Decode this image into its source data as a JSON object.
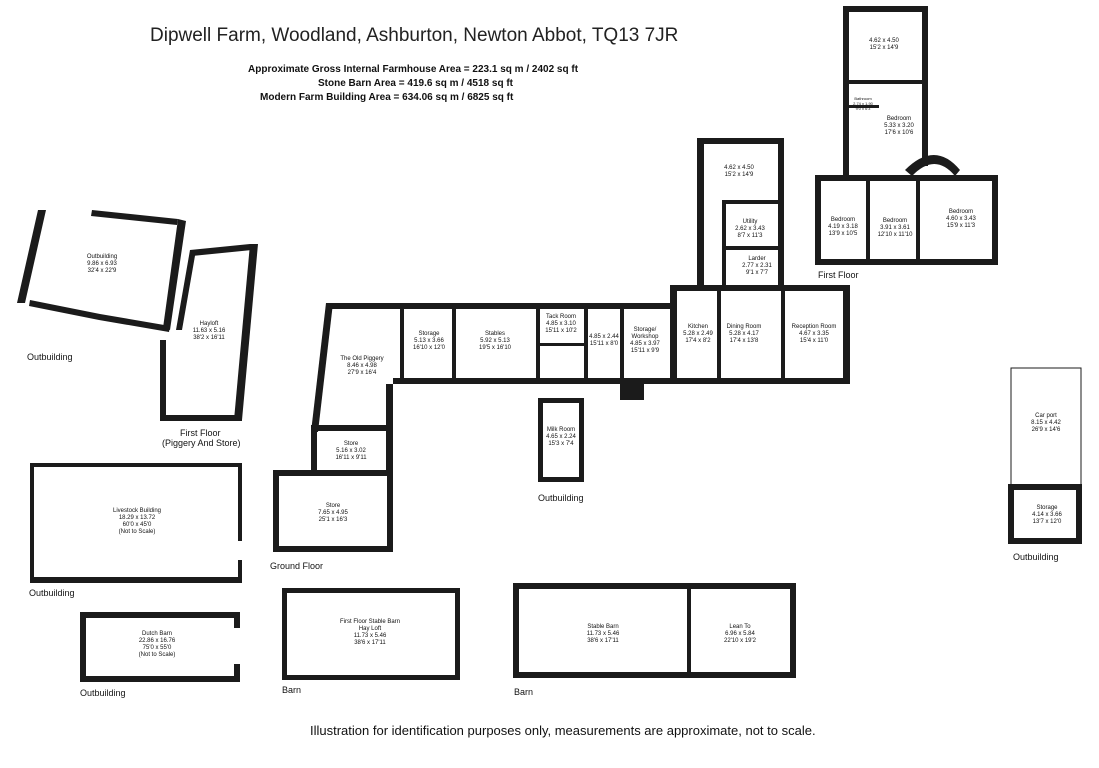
{
  "header": {
    "title": "Dipwell Farm, Woodland, Ashburton, Newton Abbot, TQ13 7JR",
    "areas": [
      "Approximate Gross Internal Farmhouse  Area  = 223.1 sq m / 2402 sq ft",
      "Stone Barn Area = 419.6 sq m / 4518 sq ft",
      "Modern Farm Building Area = 634.06 sq m / 6825 sq ft"
    ]
  },
  "captions": {
    "outbuilding_1": "Outbuilding",
    "first_floor_piggery": "First Floor",
    "first_floor_piggery_sub": "(Piggery And Store)",
    "ground_floor": "Ground Floor",
    "outbuilding_2": "Outbuilding",
    "outbuilding_3": "Outbuilding",
    "outbuilding_4": "Outbuilding",
    "outbuilding_5": "Outbuilding",
    "barn_1": "Barn",
    "barn_2": "Barn",
    "first_floor": "First Floor"
  },
  "rooms": {
    "outbuilding_top": [
      "Outbuilding",
      "9.86 x 6.93",
      "32'4 x 22'9"
    ],
    "hayloft": [
      "Hayloft",
      "11.63 x 5.16",
      "38'2 x 16'11"
    ],
    "old_piggery": [
      "The Old Piggery",
      "8.46 x 4.98",
      "27'9 x 16'4"
    ],
    "storage_1": [
      "Storage",
      "5.13 x 3.66",
      "16'10 x 12'0"
    ],
    "stables": [
      "Stables",
      "5.92 x 5.13",
      "19'5 x 16'10"
    ],
    "tack_room": [
      "Tack Room",
      "4.85 x 3.10",
      "15'11 x 10'2"
    ],
    "small_store": [
      "4.85 x 2.44",
      "15'11 x 8'0"
    ],
    "storage_workshop": [
      "Storage/",
      "Workshop",
      "4.85 x 3.97",
      "15'11 x 9'9"
    ],
    "kitchen": [
      "Kitchen",
      "5.28 x 2.49",
      "17'4 x 8'2"
    ],
    "dining_room": [
      "Dining Room",
      "5.28 x 4.17",
      "17'4 x 13'8"
    ],
    "reception_room": [
      "Reception Room",
      "4.67 x 3.35",
      "15'4 x 11'0"
    ],
    "ground_rear_room": [
      "4.62 x 4.50",
      "15'2 x 14'9"
    ],
    "utility": [
      "Utility",
      "2.62 x 3.43",
      "8'7 x 11'3"
    ],
    "larder": [
      "Larder",
      "2.77 x 2.31",
      "9'1 x 7'7"
    ],
    "store_upper": [
      "Store",
      "5.16 x 3.02",
      "16'11 x 9'11"
    ],
    "store_lower": [
      "Store",
      "7.65 x 4.95",
      "25'1 x 16'3"
    ],
    "milk_room": [
      "Milk Room",
      "4.65 x 2.24",
      "15'3 x 7'4"
    ],
    "livestock": [
      "Livestock Building",
      "18.29 x 13.72",
      "60'0 x 45'0",
      "(Not to Scale)"
    ],
    "dutch_barn": [
      "Dutch Barn",
      "22.86 x 16.76",
      "75'0 x 55'0",
      "(Not to Scale)"
    ],
    "stable_barn_hay_loft": [
      "First Floor Stable Barn",
      "Hay Loft",
      "11.73 x 5.46",
      "38'6 x 17'11"
    ],
    "stable_barn": [
      "Stable Barn",
      "11.73 x 5.46",
      "38'6 x 17'11"
    ],
    "lean_to": [
      "Lean To",
      "6.96 x 5.84",
      "22'10 x 19'2"
    ],
    "carport": [
      "Car port",
      "8.15 x 4.42",
      "26'9 x 14'6"
    ],
    "carport_storage": [
      "Storage",
      "4.14 x 3.66",
      "13'7 x 12'0"
    ],
    "ff_top_room": [
      "4.62 x 4.50",
      "15'2 x 14'9"
    ],
    "ff_bathroom": [
      "Bathroom",
      "2.74 x 1.90",
      "9'0 x 6'3"
    ],
    "ff_bedroom_1": [
      "Bedroom",
      "5.33 x 3.20",
      "17'6 x 10'6"
    ],
    "ff_bedroom_2": [
      "Bedroom",
      "4.19 x 3.18",
      "13'9 x 10'5"
    ],
    "ff_bedroom_3": [
      "Bedroom",
      "3.91 x 3.61",
      "12'10 x 11'10"
    ],
    "ff_bedroom_4": [
      "Bedroom",
      "4.60 x 3.43",
      "15'9 x 11'3"
    ]
  },
  "footer": {
    "disclaimer": "Illustration for identification purposes only, measurements are approximate, not to scale."
  }
}
